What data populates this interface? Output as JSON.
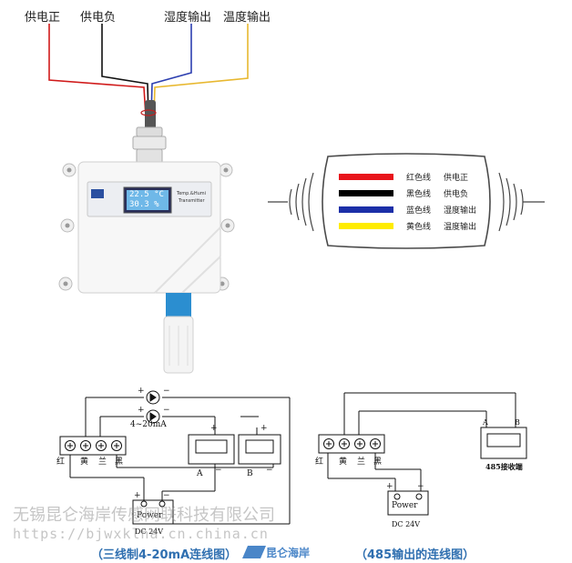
{
  "top_wire_labels": [
    "供电正",
    "供电负",
    "湿度输出",
    "温度输出"
  ],
  "device": {
    "lcd_line1": "22.5 °C",
    "lcd_line2": "30.3 %",
    "label_line1": "Temp.&Humi",
    "label_line2": "Transmitter"
  },
  "legend": {
    "rows": [
      {
        "color_name": "红色线",
        "function": "供电正",
        "color": "#e8141b"
      },
      {
        "color_name": "黑色线",
        "function": "供电负",
        "color": "#000000"
      },
      {
        "color_name": "蓝色线",
        "function": "湿度输出",
        "color": "#1c2fa8"
      },
      {
        "color_name": "黄色线",
        "function": "温度输出",
        "color": "#ffec00"
      }
    ]
  },
  "wiring_left": {
    "current_label": "4~20mA",
    "terminal_labels": [
      "红",
      "黄",
      "兰",
      "黑"
    ],
    "meter_labels": [
      "A",
      "B"
    ],
    "power_label": "Power",
    "power_spec": "DC 24V",
    "caption": "（三线制4-20mA连线图）"
  },
  "wiring_right": {
    "terminal_labels": [
      "红",
      "黄",
      "兰",
      "黑"
    ],
    "meter_port_labels": [
      "A",
      "B"
    ],
    "receiver_label": "485接收端",
    "power_label": "Power",
    "power_spec": "DC 24V",
    "caption": "（485输出的连线图）"
  },
  "watermark": {
    "company": "无锡昆仑海岸传感网联科技有限公司",
    "url": "https://bjwxklha.cn.china.cn",
    "logo_text": "昆仑海岸"
  }
}
